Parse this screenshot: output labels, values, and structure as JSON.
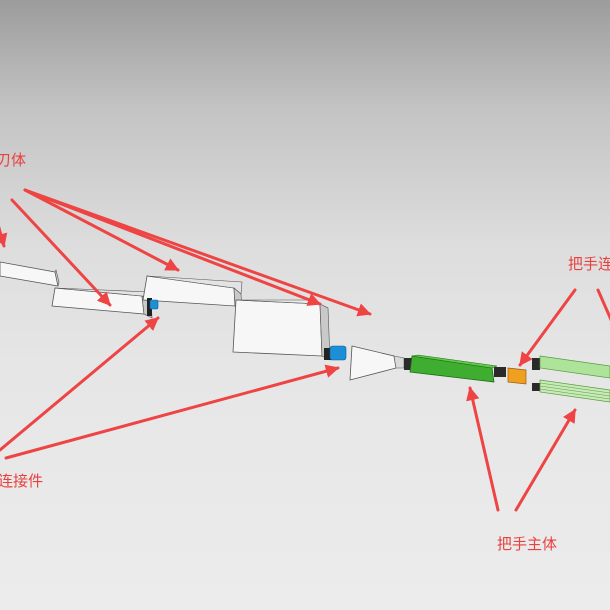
{
  "labels": {
    "blade_body": "刃体",
    "connector": "连接件",
    "handle_link": "把手连",
    "handle_main": "把手主体"
  },
  "colors": {
    "annotation": "#ee4444",
    "part_white": "#f7f7f7",
    "connector_blue": "#1c8fd6",
    "handle_green": "#3fae30",
    "handle_light_green": "#aee39a",
    "ring_orange": "#f0a020",
    "dark_shaft": "#333333"
  }
}
